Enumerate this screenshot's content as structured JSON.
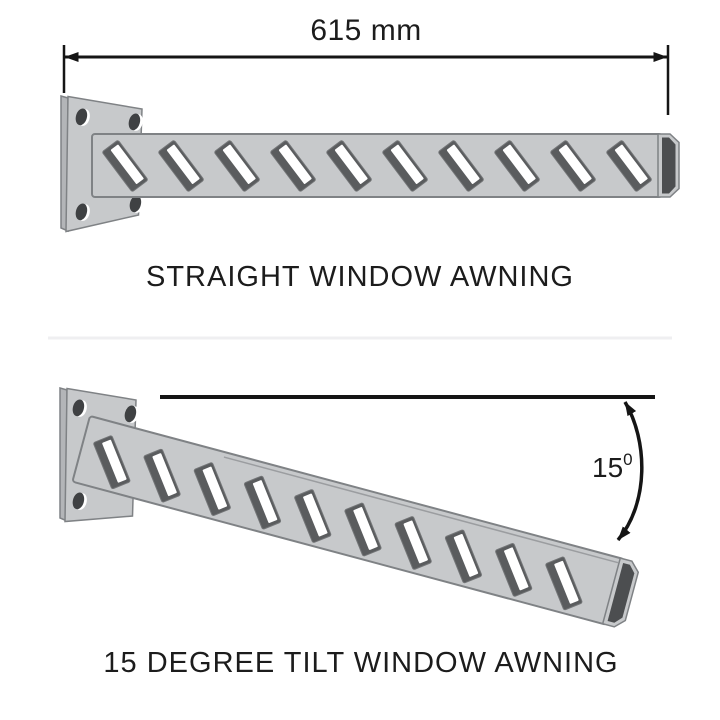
{
  "colors": {
    "background": "#ffffff",
    "metal_light": "#c7c9cb",
    "metal_side": "#b3b5b8",
    "metal_outline": "#7f8285",
    "metal_inner_edge": "#9b9da0",
    "slot_dark": "#5a5c5e",
    "slot_outline": "#737577",
    "slot_white": "#ffffff",
    "cap_dark": "#4c4e50",
    "hole_dark": "#3f4143",
    "line_black": "#151515",
    "divider": "#efeff1",
    "text": "#1c1c1c"
  },
  "figures": [
    {
      "caption": "STRAIGHT WINDOW AWNING",
      "dimension_label": "615 mm",
      "slot_count": 10,
      "bolt_hole_count": 4
    },
    {
      "caption": "15 DEGREE TILT WINDOW AWNING",
      "angle_label": "15",
      "angle_superscript": "0",
      "tilt_degrees": 15,
      "slot_count": 10,
      "bolt_hole_count": 3
    }
  ]
}
